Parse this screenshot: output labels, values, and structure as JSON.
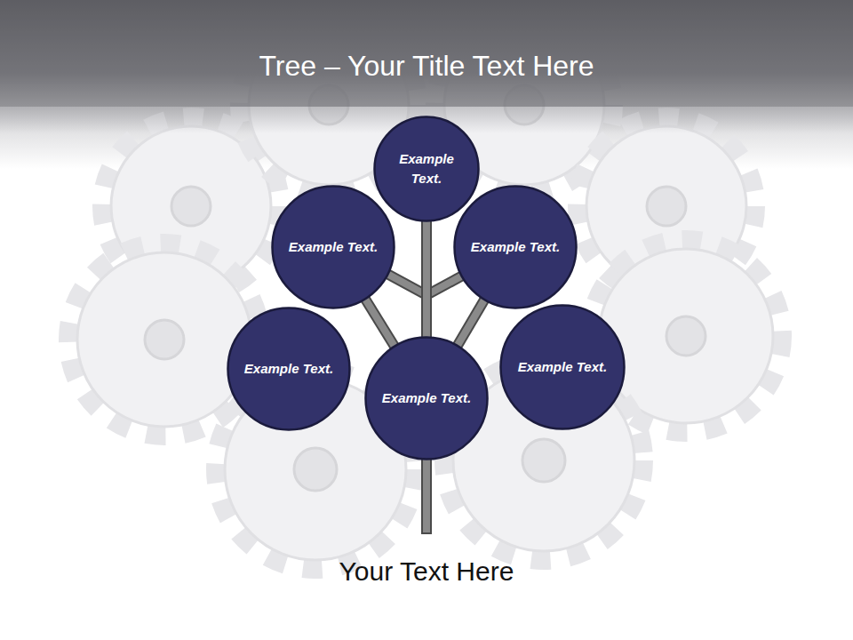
{
  "diagram": {
    "title": "Tree – Your Title Text Here",
    "caption": "Your Text Here",
    "nodes": [
      {
        "text": [
          "Example Text."
        ]
      },
      {
        "text": [
          "Example Text."
        ]
      },
      {
        "text": [
          "Example Text."
        ]
      },
      {
        "text": [
          "Example Text."
        ]
      },
      {
        "text": [
          "Example Text."
        ]
      },
      {
        "text": [
          "Example Text."
        ]
      }
    ],
    "edges": [
      {
        "from": 4,
        "to": 0,
        "arrow": "none"
      },
      {
        "from": 4,
        "to": 1,
        "arrow": "none"
      },
      {
        "from": 4,
        "to": 2,
        "arrow": "none"
      }
    ]
  }
}
